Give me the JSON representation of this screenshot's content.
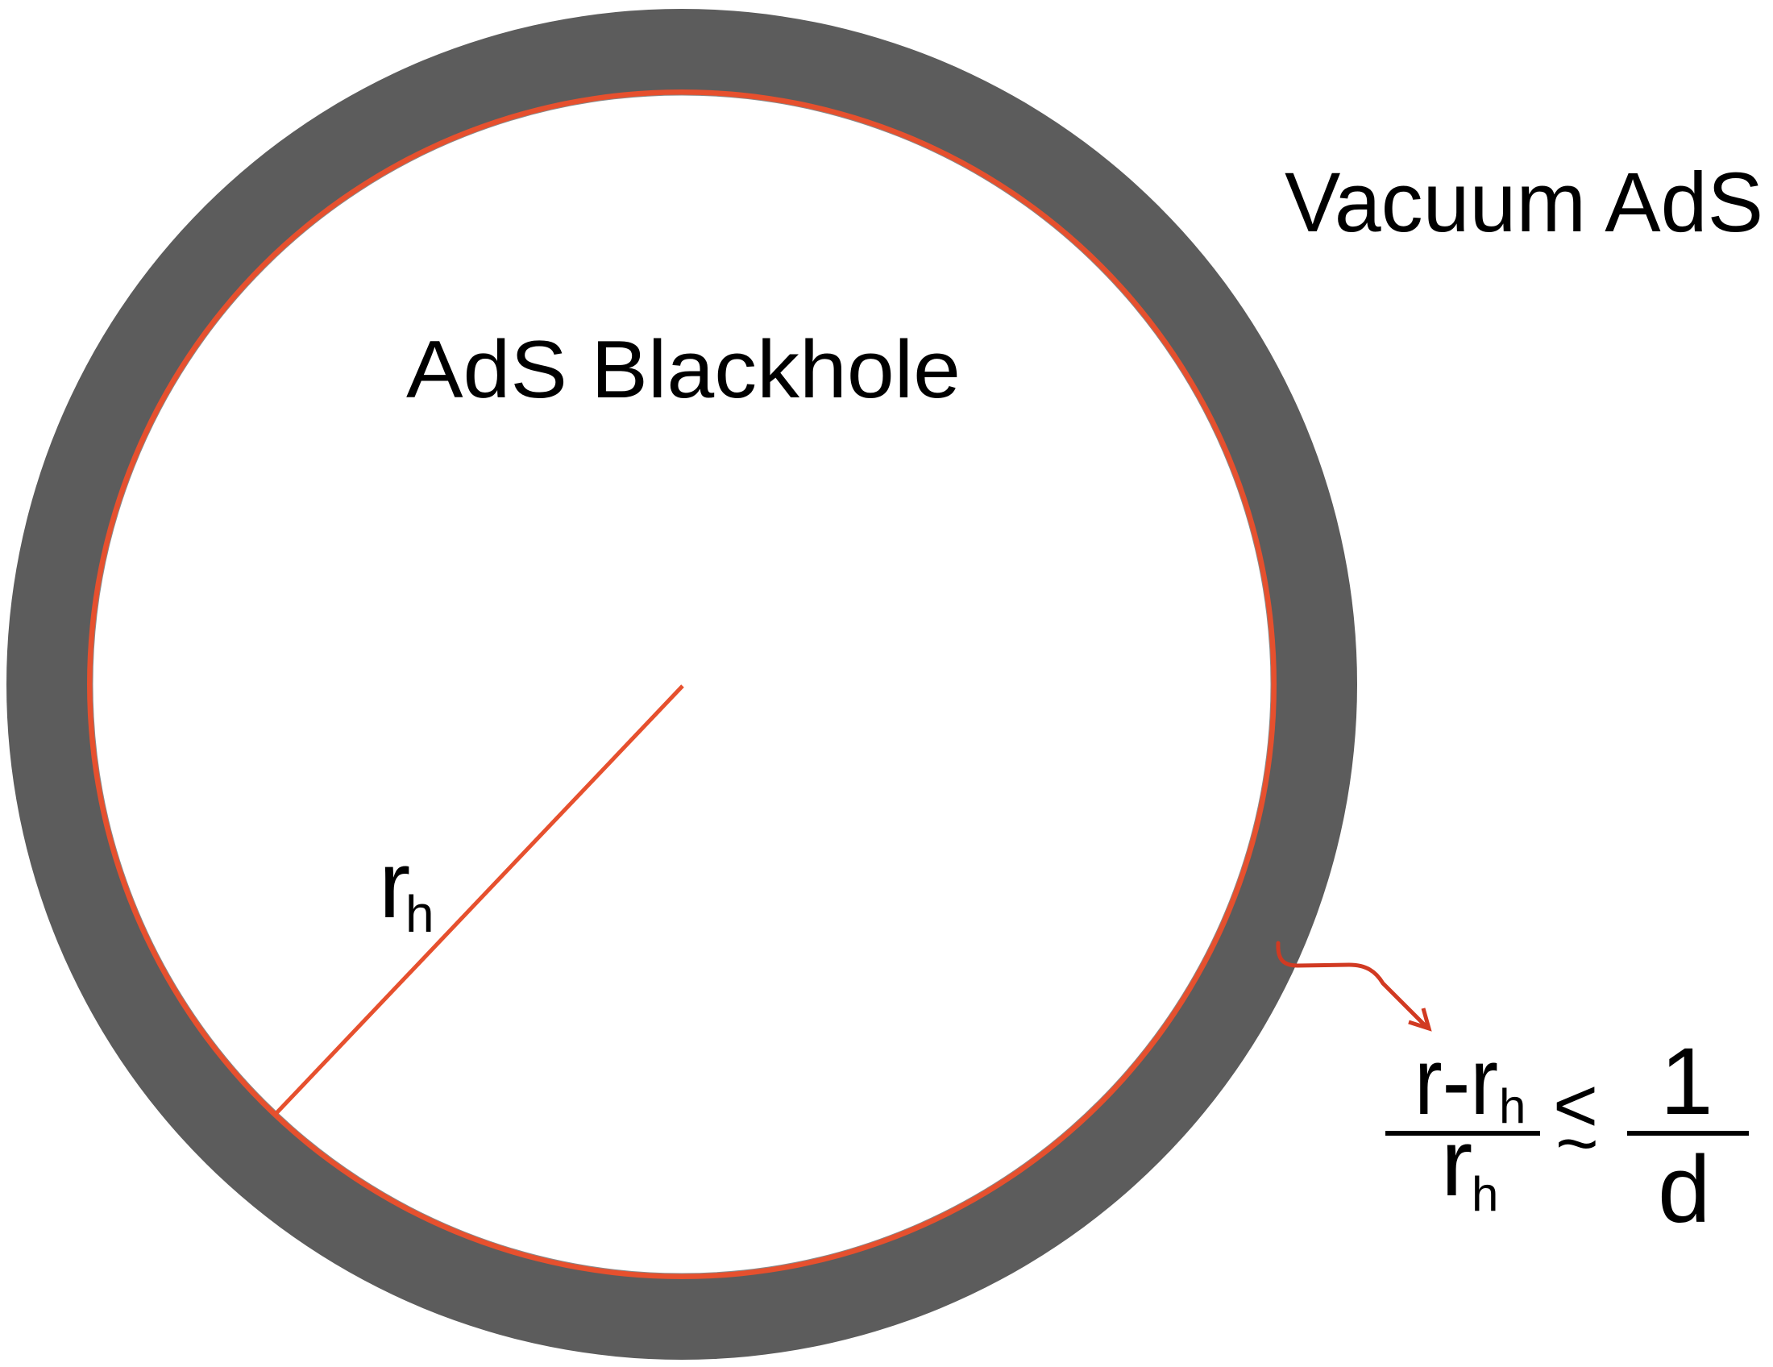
{
  "diagram": {
    "type": "annotated-circle",
    "colors": {
      "background": "#ffffff",
      "ring_fill": "#5c5c5c",
      "horizon_stroke": "#e6502e",
      "radius_line": "#e6502e",
      "arrow": "#d13a22",
      "text": "#000000"
    },
    "regions": {
      "interior_label": "AdS Blackhole",
      "exterior_label": "Vacuum AdS"
    },
    "radius": {
      "symbol": "r",
      "subscript": "h"
    },
    "formula": {
      "numerator_main": "r-r",
      "numerator_sub": "h",
      "denominator_main": "r",
      "denominator_sub": "h",
      "relation_top": "<",
      "relation_bottom": "~",
      "rhs_numerator": "1",
      "rhs_denominator": "d"
    }
  }
}
